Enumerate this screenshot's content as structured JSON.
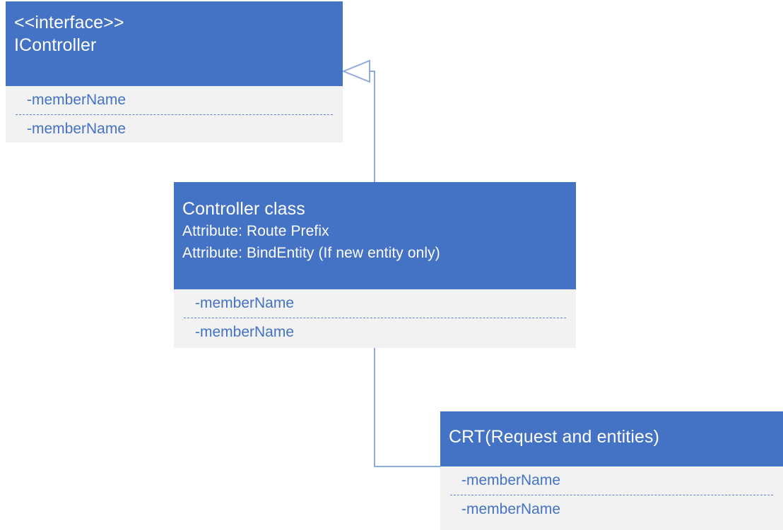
{
  "diagram": {
    "title": "UML class diagram",
    "colors": {
      "header_blue": "#4472C4",
      "member_panel_gray": "#F2F2F2",
      "member_text_blue": "#4472C4",
      "connector_blue": "#8FAADC",
      "canvas_background": "#FFFFFF"
    }
  },
  "classes": [
    {
      "id": "icontroller",
      "stereotype": "<<interface>>",
      "name": "IController",
      "header_text": "<<interface>>\nIController",
      "attributes": [],
      "members": [
        "-memberName",
        "-memberName"
      ]
    },
    {
      "id": "controller",
      "stereotype": "",
      "name": "Controller class",
      "header_text": "Controller class",
      "attributes": [
        "Attribute: Route Prefix",
        "Attribute: BindEntity (If new entity only)"
      ],
      "members": [
        "-memberName",
        "-memberName"
      ]
    },
    {
      "id": "crt",
      "stereotype": "",
      "name": "CRT(Request and entities)",
      "header_text": "CRT(Request and entities)",
      "attributes": [],
      "members": [
        "-memberName",
        "-memberName"
      ]
    }
  ],
  "connectors": [
    {
      "id": "realization",
      "from": "controller",
      "to": "icontroller",
      "arrow": "hollow-triangle",
      "label": ""
    },
    {
      "id": "association",
      "from": "controller",
      "to": "crt",
      "arrow": "none",
      "label": ""
    }
  ]
}
